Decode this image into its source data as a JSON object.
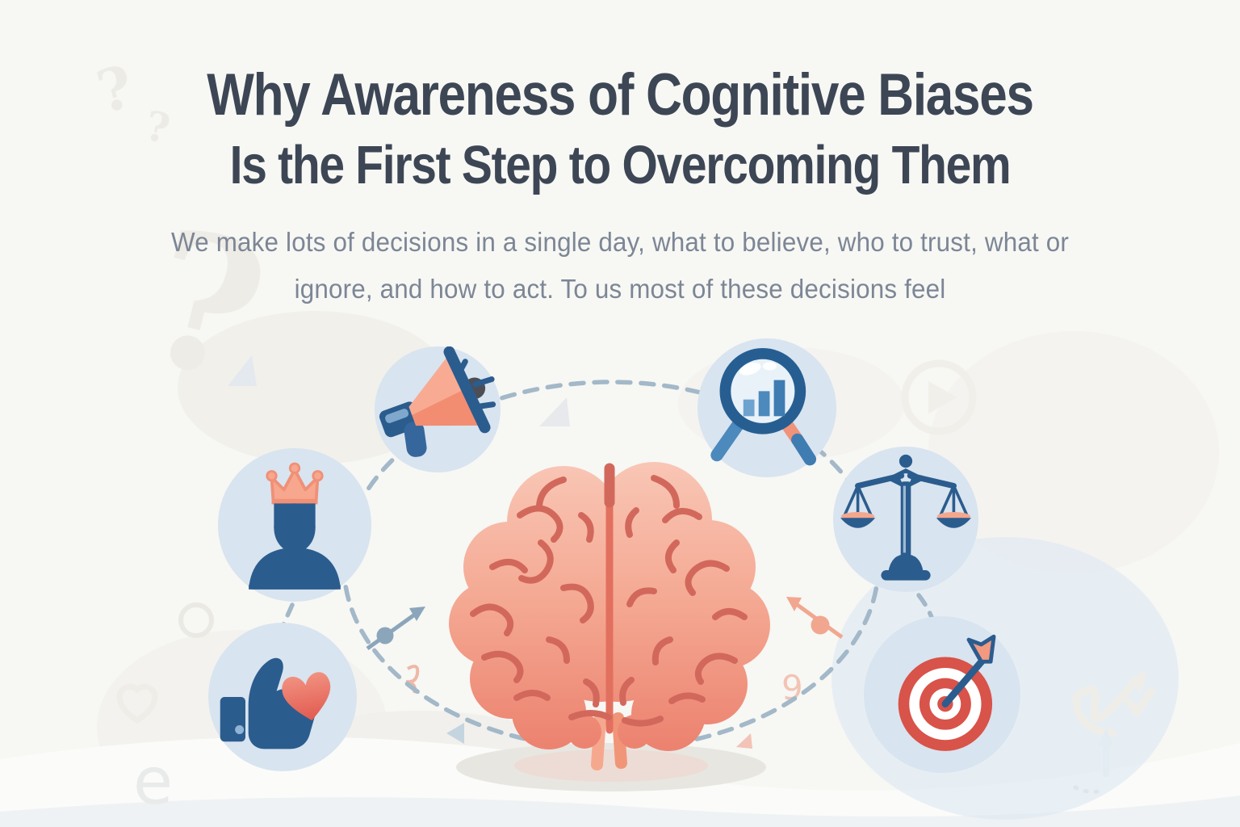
{
  "header": {
    "title_line1": "Why Awareness of Cognitive Biases",
    "title_line2": "Is the First Step to Overcoming Them",
    "subtitle_line1": "We make lots of decisions in a single day, what to believe, who to trust, what or",
    "subtitle_line2": "ignore, and how to act. To us most of these decisions feel"
  },
  "diagram": {
    "center_icon": "brain-illustration",
    "connector_style": "dashed-ring",
    "nodes": [
      {
        "icon": "megaphone-icon",
        "position": "top-left"
      },
      {
        "icon": "magnifier-bar-chart-icon",
        "position": "top-right"
      },
      {
        "icon": "crowned-person-icon",
        "position": "middle-left"
      },
      {
        "icon": "balance-scale-icon",
        "position": "middle-right"
      },
      {
        "icon": "thumbs-up-heart-icon",
        "position": "bottom-left"
      },
      {
        "icon": "target-dart-icon",
        "position": "bottom-right"
      }
    ]
  },
  "background_decorations": [
    "question-marks",
    "triangles",
    "heart-outline",
    "ring",
    "letter-scribbles",
    "curved-arrows",
    "soft-blobs"
  ],
  "colors": {
    "page_background": "#f7f7f4",
    "title_text": "#3d4654",
    "subtitle_text": "#7c8695",
    "node_circle_background": "#d8e4ef",
    "primary_blue": "#2b5c8e",
    "medium_blue": "#5b96c8",
    "accent_salmon": "#f29a80",
    "accent_red": "#d85349",
    "brain_light": "#f9c6b5",
    "brain_dark": "#ec8370",
    "brain_fold": "#d2685c",
    "connector_dash": "#a3b8c8"
  }
}
